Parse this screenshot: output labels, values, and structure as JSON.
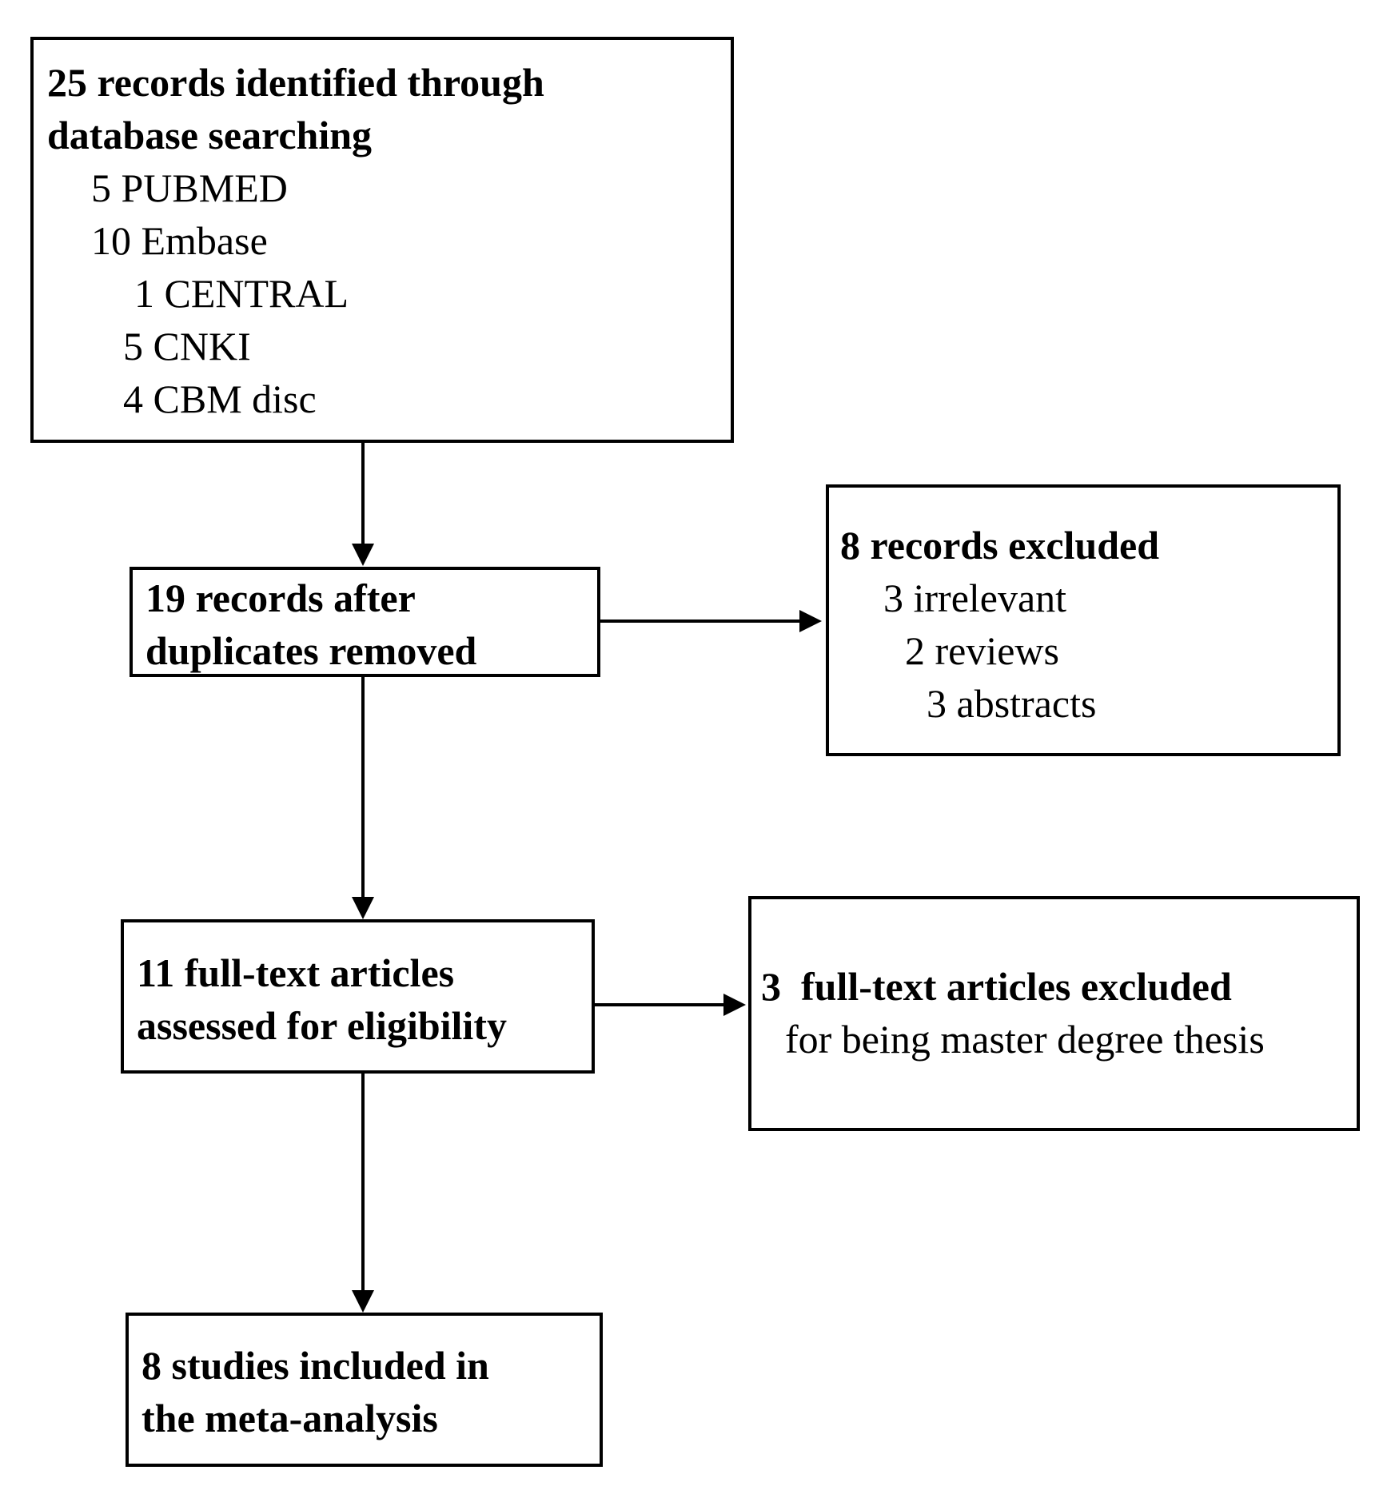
{
  "flowchart": {
    "identified": {
      "title_line1": "25 records identified through",
      "title_line2": "database searching",
      "sources": [
        "5 PUBMED",
        "10 Embase",
        "1 CENTRAL",
        "5 CNKI",
        "4 CBM disc"
      ]
    },
    "duplicates_removed": {
      "line1": "19 records after",
      "line2": "duplicates removed"
    },
    "records_excluded": {
      "title": "8 records excluded",
      "reasons": [
        "3 irrelevant",
        "2 reviews",
        "3 abstracts"
      ]
    },
    "full_text_assessed": {
      "line1": "11 full-text articles",
      "line2": "assessed for eligibility"
    },
    "full_text_excluded": {
      "title": "3  full-text articles excluded",
      "reason": "for being master degree thesis"
    },
    "included": {
      "line1": "8 studies included in",
      "line2": "the meta-analysis"
    }
  }
}
